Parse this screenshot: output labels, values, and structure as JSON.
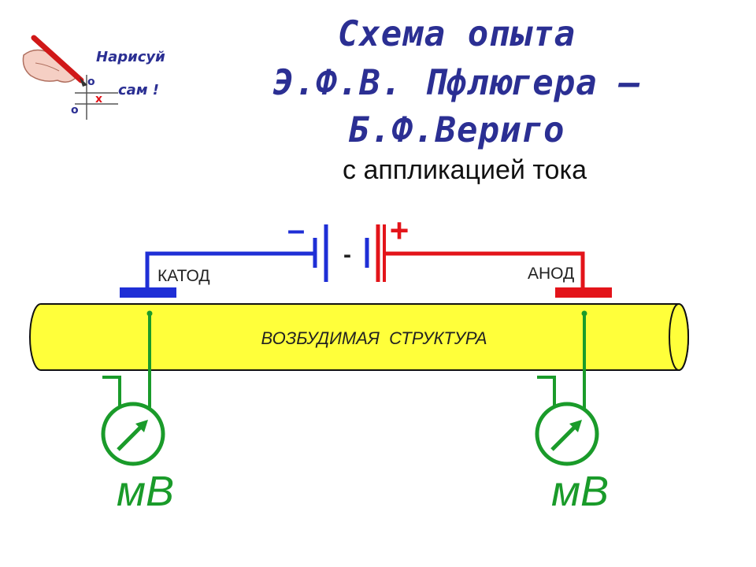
{
  "title": {
    "line1": "Схема опыта",
    "line2": "Э.Ф.В. Пфлюгера –",
    "line3": "Б.Ф.Вериго",
    "subtitle": "с аппликацией тока"
  },
  "badge": {
    "line1": "Нарисуй",
    "line2": "сам !"
  },
  "battery": {
    "minus": "–",
    "plus": "+",
    "gap": "-"
  },
  "electrodes": {
    "cathode": "КАТОД",
    "anode": "АНОД"
  },
  "structure": {
    "label": "ВОЗБУДИМАЯ  СТРУКТУРА"
  },
  "meters": {
    "left_unit": "мВ",
    "right_unit": "мВ"
  },
  "colors": {
    "title": "#2b2f93",
    "negative": "#1f2fd6",
    "positive": "#e3141a",
    "measurement": "#1a9b2a",
    "structure_fill": "#ffff3a"
  }
}
